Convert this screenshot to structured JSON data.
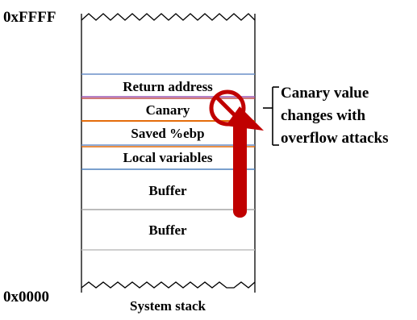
{
  "addresses": {
    "top": "0xFFFF",
    "bottom": "0x0000"
  },
  "stack": {
    "caption": "System stack",
    "frames": [
      {
        "label": "Return address",
        "divider_color": "#6a8fc9"
      },
      {
        "label": "Canary",
        "divider_color": "#c0504d"
      },
      {
        "label": "Saved %ebp",
        "divider_color": "#e46c0a"
      },
      {
        "label": "Local variables",
        "divider_color": "#4f81bd"
      },
      {
        "label": "Buffer",
        "divider_color": "#a6a6a6"
      },
      {
        "label": "Buffer",
        "divider_color": "#bfbfbf"
      }
    ]
  },
  "annotation": {
    "lines": [
      "Canary value",
      "changes with",
      "overflow attacks"
    ]
  },
  "colors": {
    "overflow_arrow": "#c00000",
    "no_symbol": "#c00000",
    "outline": "#000000"
  },
  "icons": {
    "overflow": "up-arrow",
    "blocked": "prohibition-sign"
  }
}
